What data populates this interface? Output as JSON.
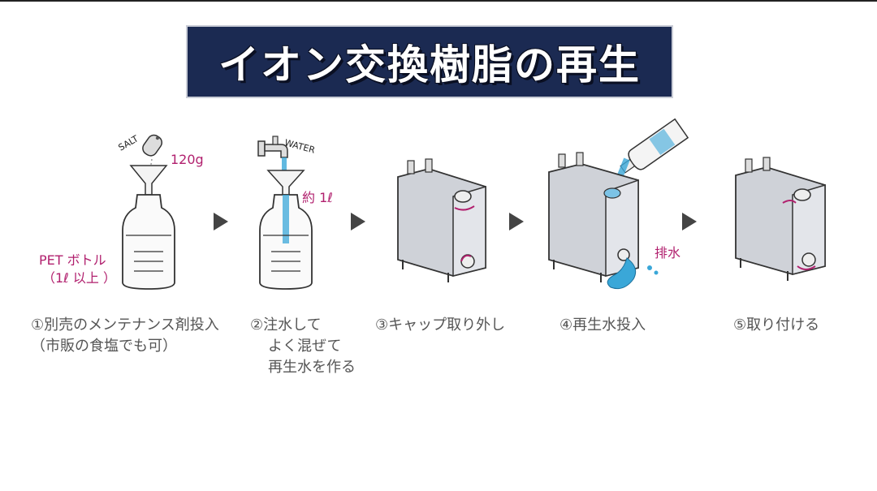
{
  "title": "イオン交換樹脂の再生",
  "colors": {
    "banner": "#1b2a52",
    "accent": "#b1206e",
    "water": "#3aa7d8",
    "tank": "#cfd2d8"
  },
  "labels": {
    "salt": "SALT",
    "weight": "120g",
    "pet_line1": "PET ボトル",
    "pet_line2": "（1ℓ 以上 ）",
    "water": "WATER",
    "approx": "約 1ℓ",
    "drain": "排水"
  },
  "steps": [
    {
      "lines": [
        "①別売のメンテナンス剤投入",
        "（市販の食塩でも可）"
      ]
    },
    {
      "lines": [
        "②注水して",
        "よく混ぜて",
        "再生水を作る"
      ]
    },
    {
      "lines": [
        "③キャップ取り外し"
      ]
    },
    {
      "lines": [
        "④再生水投入"
      ]
    },
    {
      "lines": [
        "⑤取り付ける"
      ]
    }
  ]
}
